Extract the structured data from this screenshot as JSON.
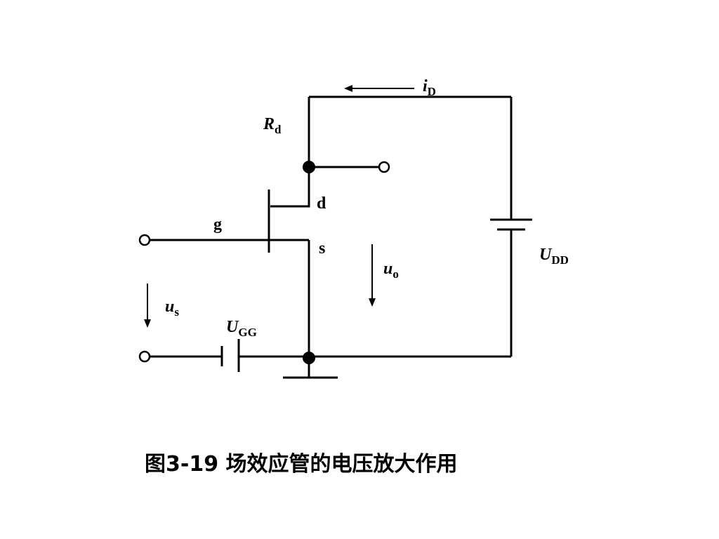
{
  "diagram": {
    "labels": {
      "drain_current": {
        "main": "i",
        "sub": "D"
      },
      "drain_resistor": {
        "main": "R",
        "sub": "d"
      },
      "drain": "d",
      "gate": "g",
      "source": "s",
      "output_voltage": {
        "main": "u",
        "sub": "o"
      },
      "supply_voltage": {
        "main": "U",
        "sub": "DD"
      },
      "input_voltage": {
        "main": "u",
        "sub": "s"
      },
      "gate_bias": {
        "main": "U",
        "sub": "GG"
      }
    }
  },
  "caption": "图3-19  场效应管的电压放大作用"
}
